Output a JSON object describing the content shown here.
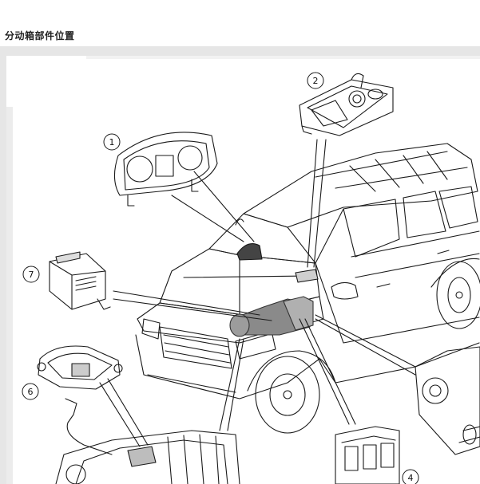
{
  "page": {
    "title": "分动箱部件位置"
  },
  "callouts": [
    {
      "label": "1"
    },
    {
      "label": "2"
    },
    {
      "label": "4"
    },
    {
      "label": "6"
    },
    {
      "label": "7"
    }
  ]
}
